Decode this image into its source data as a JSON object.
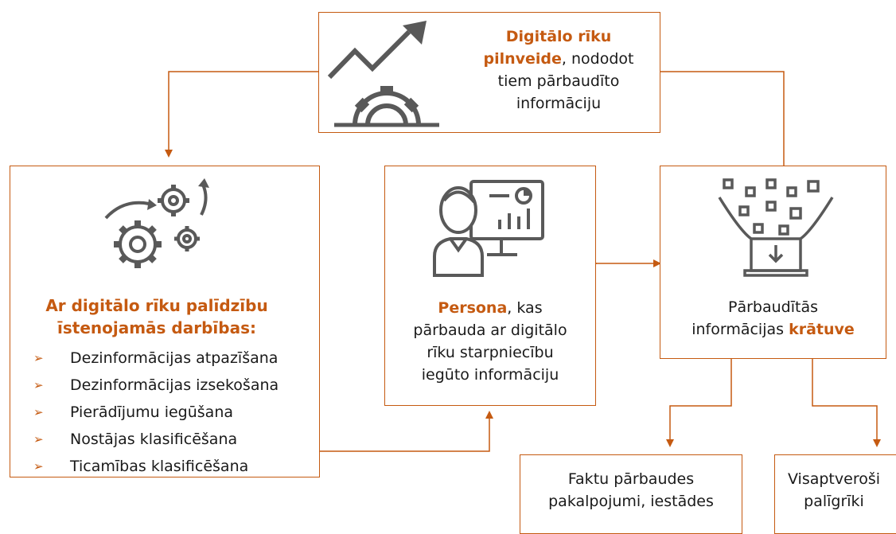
{
  "colors": {
    "accent": "#c55a11",
    "icon": "#595959",
    "text": "#1a1a1a"
  },
  "top_box": {
    "icon": "growth-chart-gear-icon",
    "title_line1": "Digitālo rīku",
    "title_line2_highlight": "pilnveide",
    "title_line2_rest": ", nododot",
    "line3": "tiem pārbaudīto",
    "line4": "informāciju"
  },
  "left_box": {
    "icon": "gears-cycle-icon",
    "heading_line1": "Ar digitālo rīku palīdzību",
    "heading_line2": "īstenojamās darbības:",
    "items": [
      "Dezinformācijas atpazīšana",
      "Dezinformācijas izsekošana",
      "Pierādījumu iegūšana",
      "Nostājas klasificēšana",
      "Ticamības klasificēšana"
    ]
  },
  "middle_box": {
    "icon": "person-dashboard-icon",
    "line1_highlight": "Persona",
    "line1_rest": ", kas",
    "line2": "pārbauda ar digitālo",
    "line3": "rīku starpniecību",
    "line4": "iegūto informāciju"
  },
  "right_box": {
    "icon": "data-storage-funnel-icon",
    "line1": "Pārbaudītās",
    "line2_rest": "informācijas ",
    "line2_highlight": "krātuve"
  },
  "bottom_left_box": {
    "line1": "Faktu pārbaudes",
    "line2": "pakalpojumi, iestādes"
  },
  "bottom_right_box": {
    "line1": "Visaptveroši",
    "line2": "palīgrīki"
  }
}
